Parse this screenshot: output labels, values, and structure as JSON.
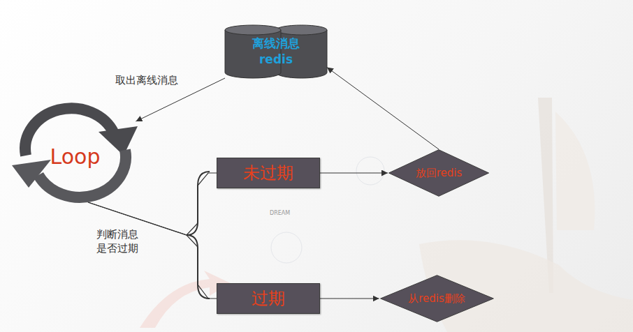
{
  "diagram": {
    "nodes": [
      {
        "text": [
          "离线消息",
          "redis"
        ]
      },
      {
        "text": [
          "Loop"
        ]
      },
      {
        "text": [
          "未过期"
        ]
      },
      {
        "text": [
          "放回redis"
        ]
      },
      {
        "text": [
          "过期"
        ]
      },
      {
        "text": [
          "从redis删除"
        ]
      }
    ],
    "edges": [
      {
        "from": 0,
        "to": 1,
        "arrow": "to",
        "label": "取出离线消息"
      },
      {
        "from": 1,
        "to": 2,
        "arrow": "none",
        "label": "判断消息 是否过期"
      },
      {
        "from": 1,
        "to": 4,
        "arrow": "none"
      },
      {
        "from": 2,
        "to": 3,
        "arrow": "to"
      },
      {
        "from": 4,
        "to": 5,
        "arrow": "to"
      },
      {
        "from": 3,
        "to": 0,
        "arrow": "to"
      }
    ],
    "labels": [
      "DREAM"
    ]
  }
}
